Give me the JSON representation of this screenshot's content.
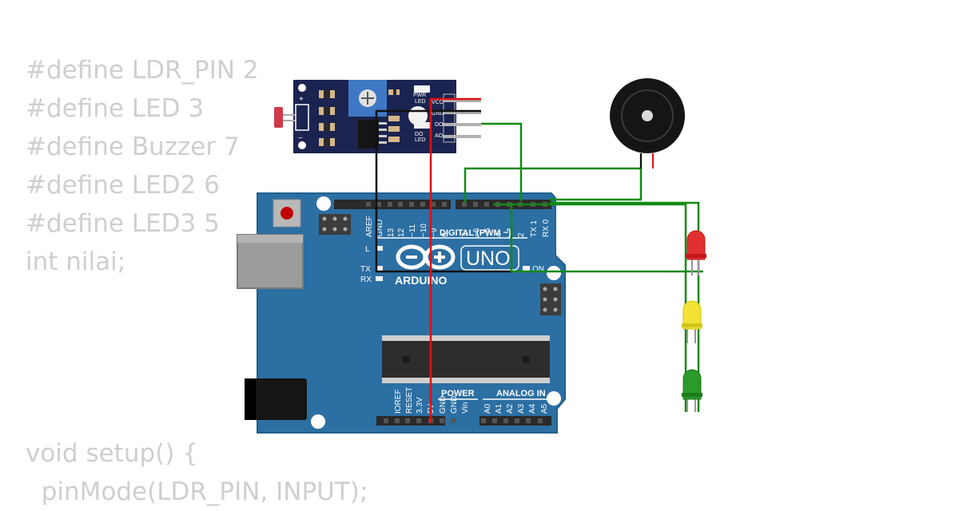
{
  "code": {
    "define_lines": [
      "#define LDR_PIN 2",
      "#define LED 3",
      "#define Buzzer 7",
      "#define LED2 6",
      "#define LED3 5",
      "int nilai;"
    ],
    "setup_lines": [
      "void setup() {",
      "  pinMode(LDR_PIN, INPUT);"
    ]
  },
  "ldr_module": {
    "plus": "+",
    "minus": "−",
    "pins": [
      "VCC",
      "GND",
      "DO",
      "AO"
    ],
    "pwr_led": [
      "PWR",
      "LED"
    ],
    "do_led": [
      "DO",
      "LED"
    ]
  },
  "arduino": {
    "digital_header": "DIGITAL (PWM ~)",
    "digital_pins": [
      "AREF",
      "GND",
      "13",
      "12",
      "~11",
      "~10",
      "~9",
      "8",
      "7",
      "~6",
      "~5",
      "4",
      "~3",
      "2",
      "TX 1",
      "RX 0"
    ],
    "led_l": "L",
    "tx": "TX",
    "rx": "RX",
    "on": "ON",
    "logo_text": "ARDUINO",
    "model": "UNO",
    "power_header": "POWER",
    "analog_header": "ANALOG IN",
    "power_pins": [
      "IOREF",
      "RESET",
      "3.3V",
      "5V",
      "GND",
      "GND",
      "Vin"
    ],
    "analog_pins": [
      "A0",
      "A1",
      "A2",
      "A3",
      "A4",
      "A5"
    ]
  },
  "colors": {
    "board": "#2c6fa3",
    "module": "#1b2450",
    "wire_red": "#e01010",
    "wire_black": "#111111",
    "wire_green": "#138a13",
    "led_red": "#e03030",
    "led_yellow": "#f2e233",
    "led_green": "#2a9a2a",
    "code_text": "#cfcfcf"
  }
}
